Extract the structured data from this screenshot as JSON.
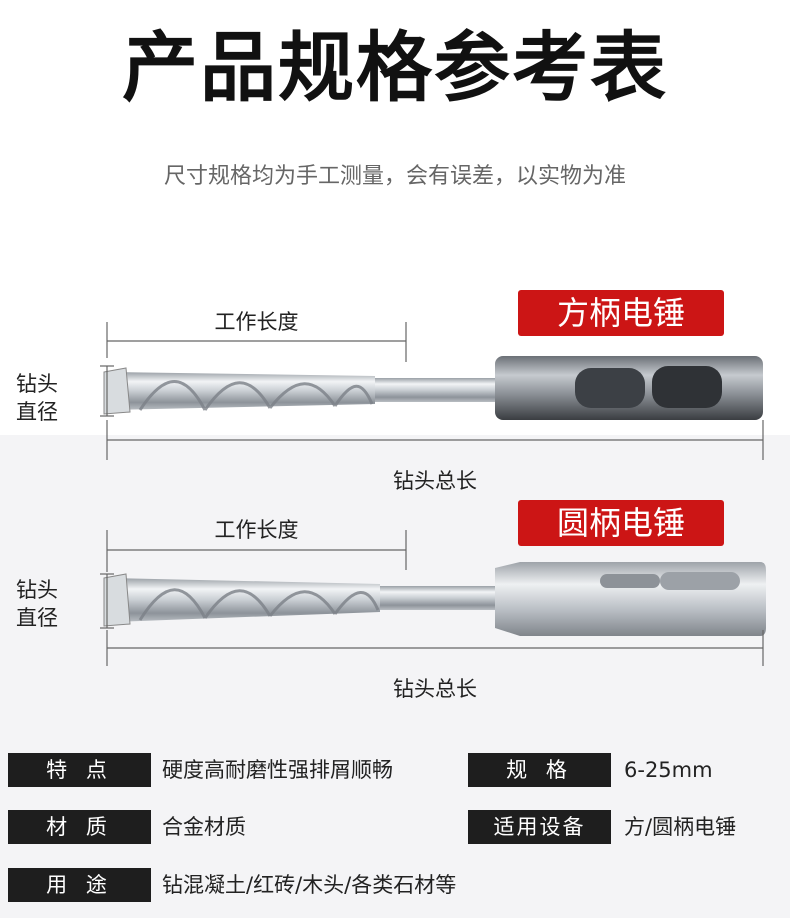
{
  "header": {
    "title": "产品规格参考表",
    "subtitle": "尺寸规格均为手工测量，会有误差，以实物为准"
  },
  "bits": [
    {
      "badge": "方柄电锤",
      "work_length_label": "工作长度",
      "diameter_label_line1": "钻头",
      "diameter_label_line2": "直径",
      "total_length_label": "钻头总长"
    },
    {
      "badge": "圆柄电锤",
      "work_length_label": "工作长度",
      "diameter_label_line1": "钻头",
      "diameter_label_line2": "直径",
      "total_length_label": "钻头总长"
    }
  ],
  "specs": {
    "features": {
      "key": "特 点",
      "value": "硬度高耐磨性强排屑顺畅"
    },
    "size": {
      "key": "规 格",
      "value": "6-25mm"
    },
    "material": {
      "key": "材 质",
      "value": "合金材质"
    },
    "device": {
      "key": "适用设备",
      "value": "方/圆柄电锤"
    },
    "usage": {
      "key": "用 途",
      "value": "钻混凝土/红砖/木头/各类石材等"
    }
  },
  "colors": {
    "badge_red": "#cc1515",
    "spec_key_bg": "#1e1e1e",
    "lower_bg": "#f4f4f6"
  }
}
